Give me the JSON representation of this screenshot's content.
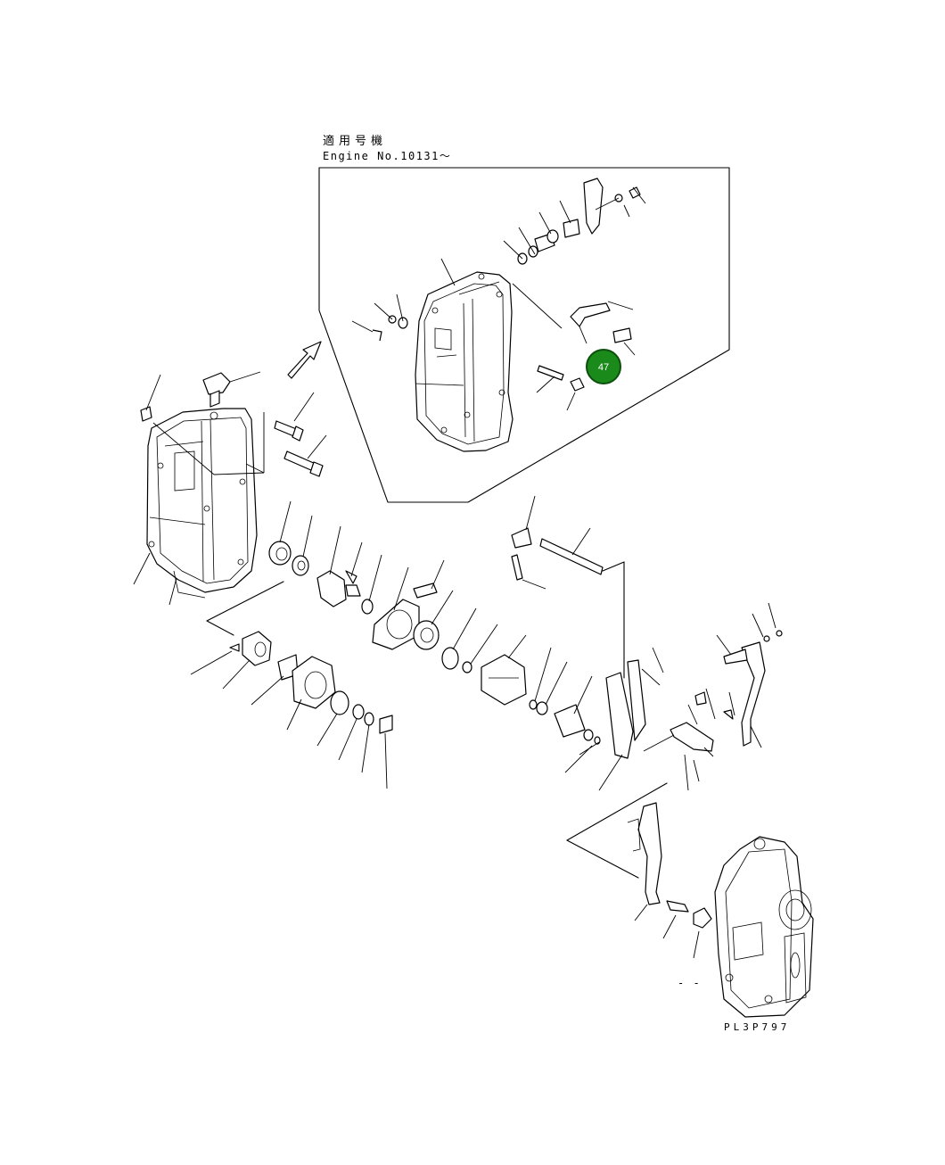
{
  "applicability_note": {
    "japanese_label": "適用号機",
    "engine_no_label": "Engine No.10131〜"
  },
  "drawing_code": "PL3P797",
  "highlighted_callout": {
    "number": "47",
    "color": "#1a8a1a"
  },
  "minor_mark": "- -"
}
